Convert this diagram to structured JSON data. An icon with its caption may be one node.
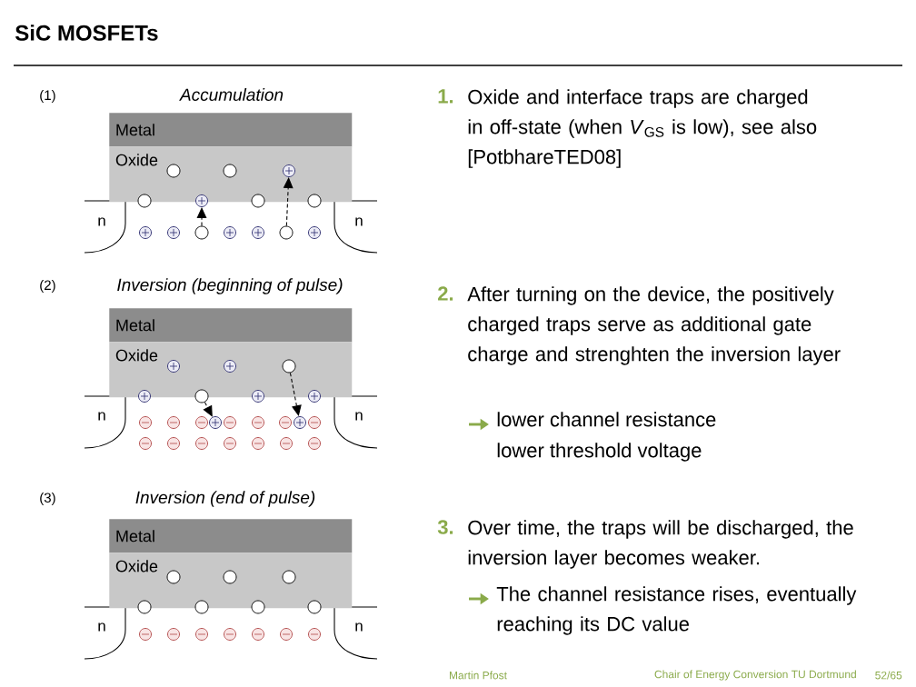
{
  "diagram": {
    "title": "SiC MOSFETs",
    "nodes": [
      {
        "text": [
          "Metal"
        ]
      },
      {
        "text": [
          "Oxide"
        ]
      },
      {
        "text": [],
        "shape": "circle",
        "in": 1
      },
      {
        "text": [],
        "shape": "circle",
        "in": 1
      },
      {
        "text": [],
        "shape": "circle",
        "in": 1
      },
      {
        "text": [],
        "shape": "circle"
      },
      {
        "text": [],
        "shape": "circle"
      },
      {
        "text": [],
        "shape": "circle"
      },
      {
        "text": [],
        "shape": "circle"
      },
      {
        "text": [],
        "shape": "circle"
      },
      {
        "text": [],
        "shape": "circle"
      },
      {
        "text": [],
        "shape": "circle"
      },
      {
        "text": [],
        "shape": "circle"
      },
      {
        "text": [],
        "shape": "circle"
      },
      {
        "text": [],
        "shape": "circle"
      },
      {
        "text": [],
        "shape": "circle"
      },
      {
        "text": [
          "Metal"
        ]
      },
      {
        "text": [
          "Oxide"
        ]
      },
      {
        "text": [],
        "shape": "circle",
        "in": 17
      },
      {
        "text": [],
        "shape": "circle",
        "in": 17
      },
      {
        "text": [],
        "shape": "circle",
        "in": 17
      },
      {
        "text": [],
        "shape": "circle"
      },
      {
        "text": [],
        "shape": "circle"
      },
      {
        "text": [],
        "shape": "circle"
      },
      {
        "text": [],
        "shape": "circle"
      },
      {
        "text": [],
        "shape": "circle"
      },
      {
        "text": [],
        "shape": "circle"
      },
      {
        "text": [],
        "shape": "circle"
      },
      {
        "text": [],
        "shape": "circle"
      },
      {
        "text": [],
        "shape": "circle"
      },
      {
        "text": [],
        "shape": "circle"
      },
      {
        "text": [],
        "shape": "circle"
      },
      {
        "text": [],
        "shape": "circle"
      },
      {
        "text": [],
        "shape": "circle"
      },
      {
        "text": [],
        "shape": "circle"
      },
      {
        "text": [],
        "shape": "circle"
      },
      {
        "text": [],
        "shape": "circle"
      },
      {
        "text": [],
        "shape": "circle"
      },
      {
        "text": [],
        "shape": "circle"
      },
      {
        "text": [],
        "shape": "circle"
      },
      {
        "text": [],
        "shape": "circle"
      },
      {
        "text": [
          "Metal"
        ]
      },
      {
        "text": [
          "Oxide"
        ]
      },
      {
        "text": [],
        "shape": "circle",
        "in": 42
      },
      {
        "text": [],
        "shape": "circle",
        "in": 42
      },
      {
        "text": [],
        "shape": "circle",
        "in": 42
      },
      {
        "text": [],
        "shape": "circle"
      },
      {
        "text": [],
        "shape": "circle"
      },
      {
        "text": [],
        "shape": "circle"
      },
      {
        "text": [],
        "shape": "circle"
      },
      {
        "text": [],
        "shape": "circle"
      },
      {
        "text": [],
        "shape": "circle"
      },
      {
        "text": [],
        "shape": "circle"
      },
      {
        "text": [],
        "shape": "circle"
      },
      {
        "text": [],
        "shape": "circle"
      },
      {
        "text": [],
        "shape": "circle"
      },
      {
        "text": [],
        "shape": "circle"
      }
    ],
    "edges": [
      {
        "from": 11,
        "to": 6,
        "arrow": "to",
        "style": "dashed"
      },
      {
        "from": 14,
        "to": 4,
        "arrow": "to",
        "style": "dashed"
      },
      {
        "from": 22,
        "to": 28,
        "arrow": "to",
        "style": "dashed"
      },
      {
        "from": 20,
        "to": 32,
        "arrow": "to",
        "style": "dashed"
      }
    ],
    "labels": [
      "(1)",
      "Accumulation",
      "n",
      "n",
      "(2)",
      "Inversion (beginning of pulse)",
      "n",
      "n",
      "(3)",
      "Inversion (end of pulse)",
      "n",
      "n",
      "1.",
      "Oxide and interface traps are charged in off-state (when *V*$_{GS}$ is low), see also [PotbhareTED08]",
      "2.",
      "After turning on the device, the positively charged traps serve as additional gate charge and strenghten the inversion layer",
      "lower channel resistance",
      "lower threshold voltage",
      "3.",
      "Over time, the traps will be discharged, the inversion layer becomes weaker.",
      "The channel resistance rises, eventually reaching its DC value",
      "Martin Pfost",
      "Chair of Energy Conversion TU Dortmund",
      "52/65"
    ]
  }
}
